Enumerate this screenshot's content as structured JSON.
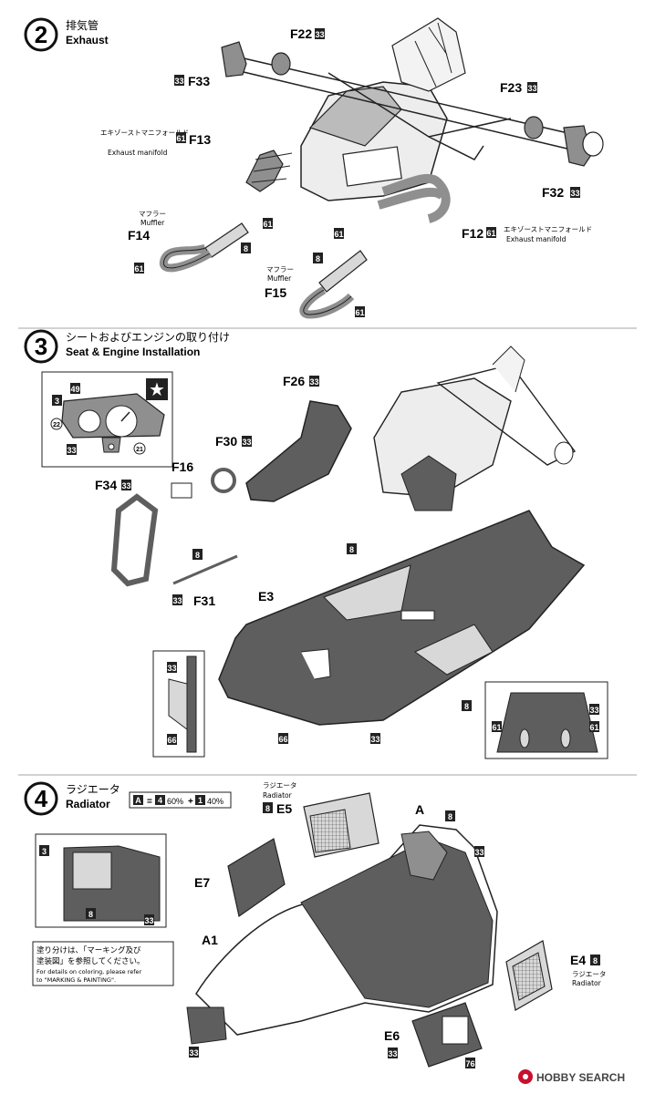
{
  "colors": {
    "part_gray": "#8f8f8f",
    "part_dark": "#5e5e5e",
    "part_light": "#d8d8d8",
    "badge_black": "#1a1a1a",
    "watermark_red": "#c8102e"
  },
  "step2": {
    "number": "2",
    "title_jp": "排気管",
    "title_en": "Exhaust",
    "labels": {
      "F22": "F22",
      "F33": "F33",
      "F23": "F23",
      "F32": "F32",
      "F13": "F13",
      "F14": "F14",
      "F15": "F15",
      "F12": "F12"
    },
    "manifold_jp": "エキゾーストマニフォールド",
    "manifold_en": "Exhaust manifold",
    "muffler_jp": "マフラー",
    "muffler_en": "Muffler",
    "badges": {
      "b33": "33",
      "b61": "61",
      "b8": "8"
    }
  },
  "step3": {
    "number": "3",
    "title_jp": "シートおよびエンジンの取り付け",
    "title_en": "Seat & Engine Installation",
    "labels": {
      "F26": "F26",
      "F30": "F30",
      "F16": "F16",
      "F34": "F34",
      "F31": "F31",
      "E3": "E3"
    },
    "badges": {
      "b49": "49",
      "b3": "3",
      "b22": "22",
      "b33": "33",
      "b21": "21",
      "b8": "8",
      "b66": "66",
      "b61": "61"
    }
  },
  "step4": {
    "number": "4",
    "title_jp": "ラジエータ",
    "title_en": "Radiator",
    "mix_A": "A",
    "mix_eq": "=",
    "mix_4": "4",
    "mix_4pct": "60%",
    "mix_plus": "+",
    "mix_1": "1",
    "mix_1pct": "40%",
    "radiator_jp": "ラジエータ",
    "radiator_en": "Radiator",
    "labels": {
      "E5": "E5",
      "E7": "E7",
      "A1": "A1",
      "E4": "E4",
      "E6": "E6",
      "A": "A"
    },
    "badges": {
      "b8": "8",
      "b3": "3",
      "b33": "33",
      "b76": "76"
    },
    "note_jp_1": "塗り分けは、「マーキング及び",
    "note_jp_2": "塗装図」を参照してください。",
    "note_en_1": "For details on coloring, please refer",
    "note_en_2": "to \"MARKING & PAINTING\"."
  },
  "watermark": "HOBBY SEARCH"
}
